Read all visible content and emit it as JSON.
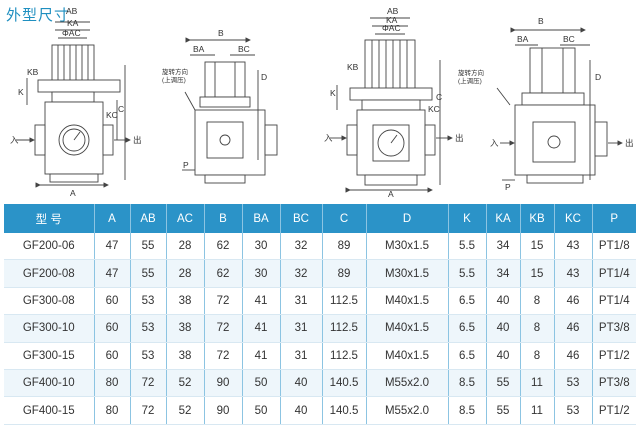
{
  "title": "外型尺寸",
  "drawing": {
    "left_view_labels": [
      "AB",
      "KA",
      "ΦAC",
      "KB",
      "K",
      "KC",
      "C",
      "A",
      "入",
      "出"
    ],
    "left_side_labels": [
      "B",
      "BA",
      "BC",
      "D",
      "P"
    ],
    "left_note": [
      "旋转方向",
      "(上调压)"
    ],
    "right_view_labels": [
      "AB",
      "KA",
      "ΦAC",
      "KB",
      "K",
      "KC",
      "C",
      "A",
      "入",
      "出"
    ],
    "right_side_labels": [
      "B",
      "BA",
      "BC",
      "D",
      "P"
    ],
    "right_note": [
      "旋转方向",
      "(上调压)"
    ]
  },
  "table": {
    "headers": [
      "型 号",
      "A",
      "AB",
      "AC",
      "B",
      "BA",
      "BC",
      "C",
      "D",
      "K",
      "KA",
      "KB",
      "KC",
      "P"
    ],
    "rows": [
      [
        "GF200-06",
        "47",
        "55",
        "28",
        "62",
        "30",
        "32",
        "89",
        "M30x1.5",
        "5.5",
        "34",
        "15",
        "43",
        "PT1/8"
      ],
      [
        "GF200-08",
        "47",
        "55",
        "28",
        "62",
        "30",
        "32",
        "89",
        "M30x1.5",
        "5.5",
        "34",
        "15",
        "43",
        "PT1/4"
      ],
      [
        "GF300-08",
        "60",
        "53",
        "38",
        "72",
        "41",
        "31",
        "112.5",
        "M40x1.5",
        "6.5",
        "40",
        "8",
        "46",
        "PT1/4"
      ],
      [
        "GF300-10",
        "60",
        "53",
        "38",
        "72",
        "41",
        "31",
        "112.5",
        "M40x1.5",
        "6.5",
        "40",
        "8",
        "46",
        "PT3/8"
      ],
      [
        "GF300-15",
        "60",
        "53",
        "38",
        "72",
        "41",
        "31",
        "112.5",
        "M40x1.5",
        "6.5",
        "40",
        "8",
        "46",
        "PT1/2"
      ],
      [
        "GF400-10",
        "80",
        "72",
        "52",
        "90",
        "50",
        "40",
        "140.5",
        "M55x2.0",
        "8.5",
        "55",
        "11",
        "53",
        "PT3/8"
      ],
      [
        "GF400-15",
        "80",
        "72",
        "52",
        "90",
        "50",
        "40",
        "140.5",
        "M55x2.0",
        "8.5",
        "55",
        "11",
        "53",
        "PT1/2"
      ]
    ]
  }
}
